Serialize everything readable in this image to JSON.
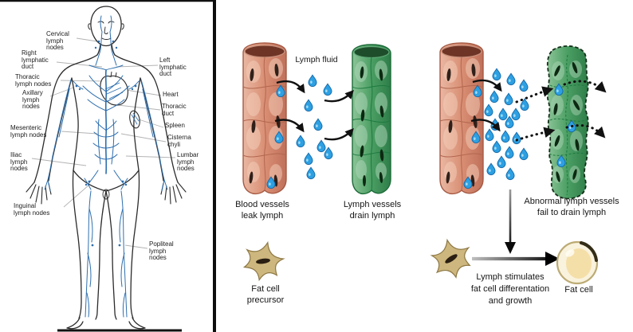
{
  "left_panel": {
    "labels_left": [
      {
        "text": "Cervical\nlymph\nnodes"
      },
      {
        "text": "Right\nlymphatic\nduct"
      },
      {
        "text": "Thoracic\nlymph nodes"
      },
      {
        "text": "Axillary\nlymph\nnodes"
      },
      {
        "text": "Mesenteric\nlymph nodes"
      },
      {
        "text": "Iliac\nlymph\nnodes"
      },
      {
        "text": "Inguinal\nlymph nodes"
      }
    ],
    "labels_right": [
      {
        "text": "Left\nlymphatic\nduct"
      },
      {
        "text": "Heart"
      },
      {
        "text": "Thoracic\nduct"
      },
      {
        "text": "Spleen"
      },
      {
        "text": "Cisterna\nchyli"
      },
      {
        "text": "Lumbar\nlymph\nnodes"
      },
      {
        "text": "Popliteal\nlymph\nnodes"
      }
    ]
  },
  "right_panel": {
    "normal": {
      "lymph_fluid": "Lymph fluid",
      "blood_caption": "Blood vessels\nleak lymph",
      "lymph_caption": "Lymph vessels\ndrain lymph",
      "precursor_caption": "Fat cell\nprecursor"
    },
    "abnormal": {
      "fail_caption": "Abnormal lymph vessels\nfail to drain lymph",
      "stimulate_caption": "Lymph stimulates\nfat cell differentation\nand growth",
      "fat_cell_label": "Fat cell"
    }
  },
  "colors": {
    "blood_vessel": "#d98f74",
    "lymph_vessel": "#4a9e63",
    "droplet_blue": "#2da0e2",
    "lymph_network_blue": "#2e6fae",
    "fat_cell_cream": "#f4dda2",
    "precursor_tan": "#cdb77e"
  }
}
